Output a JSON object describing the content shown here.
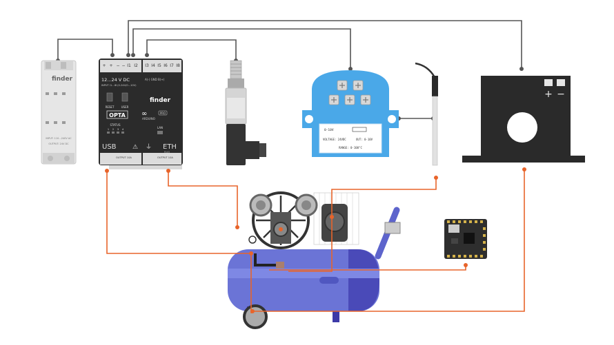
{
  "relay": {
    "brand": "finder",
    "input_spec": "INPUT: 110...240V AC",
    "output_spec": "OUTPUT: 24V DC"
  },
  "plc": {
    "terminals_top": [
      "+",
      "+",
      "−",
      "−",
      "I1",
      "I2"
    ],
    "terminals_top_right": [
      "I3",
      "I4",
      "I5",
      "I6",
      "I7",
      "I8"
    ],
    "voltage": "12...24 V DC",
    "input_spec": "INPUT I1...I8 (0-24V/0...10V)",
    "rs485_label": "A(-) GND B(+)",
    "reset": "RESET",
    "user": "USER",
    "brand": "finder",
    "product": "OPTA",
    "arduino": "ARDUINO",
    "pro": "PRO",
    "status": "STATUS",
    "status_nums": [
      "1",
      "2",
      "3",
      "4"
    ],
    "lan": "LAN",
    "usb": "USB",
    "eth": "ETH",
    "rj45": "RJ45",
    "output_left": "OUTPUT 10A",
    "output_right": "OUTPUT 10A"
  },
  "transmitter": {
    "range_in": "0-10V",
    "voltage": "VOLTAGE: 24VDC",
    "out": "OUT: 0-10V",
    "range": "RANGE: 0-100°C"
  },
  "current_sensor": {
    "plus": "+",
    "minus": "−"
  },
  "colors": {
    "grey_wire": "#555555",
    "orange_wire": "#e8642a",
    "transmitter_blue": "#4aa8e8",
    "compressor_blue": "#6b74d6",
    "compressor_dark": "#3d3aa8",
    "plc_dark": "#2b2b2b",
    "sensor_black": "#2a2a2a"
  }
}
